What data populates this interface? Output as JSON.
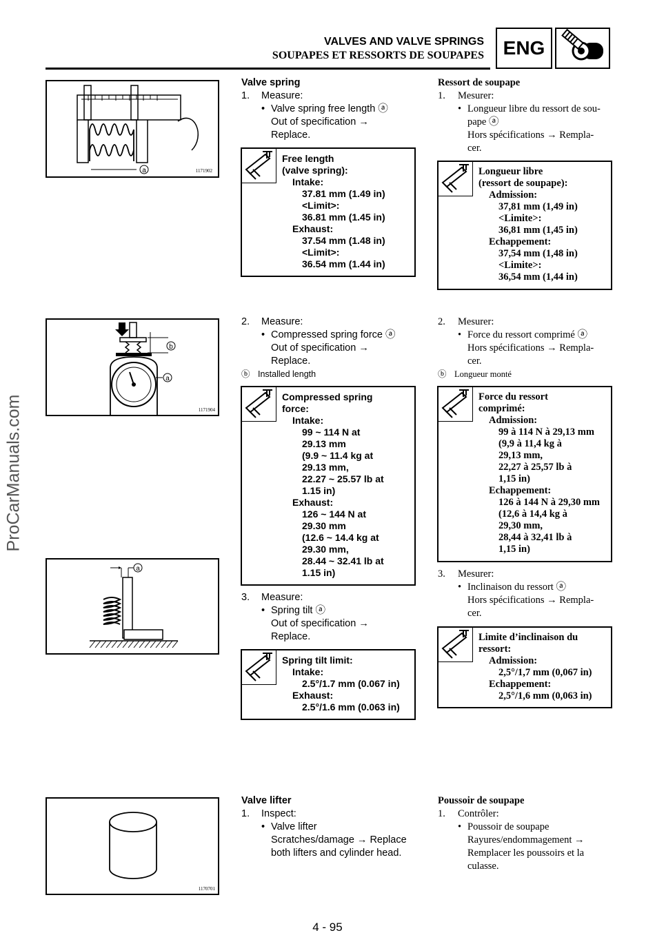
{
  "header": {
    "title": "VALVES AND VALVE SPRINGS",
    "subtitle": "SOUPAPES ET RESSORTS DE SOUPAPES",
    "tag": "ENG"
  },
  "side_watermark": "ProCarManuals.com",
  "figures": {
    "fig1_code": "1171902",
    "fig2_code": "1171904",
    "fig4_code": "1170701",
    "label_a": "a",
    "label_b": "b"
  },
  "spring_en": {
    "heading": "Valve spring",
    "step1_num": "1.",
    "step1": "Measure:",
    "bullet": "•",
    "item1": "Valve spring free length ⓐ",
    "oos_line": "Out of specification →",
    "replace": "Replace.",
    "spec": {
      "l1": "Free length",
      "l2": "(valve spring):",
      "l3": "Intake:",
      "l4": "37.81 mm (1.49 in)",
      "l5": "<Limit>:",
      "l6": "36.81 mm (1.45 in)",
      "l7": "Exhaust:",
      "l8": "37.54 mm (1.48 in)",
      "l9": "<Limit>:",
      "l10": "36.54 mm (1.44 in)"
    }
  },
  "spring_fr": {
    "heading": "Ressort de soupape",
    "step1_num": "1.",
    "step1": "Mesurer:",
    "bullet": "•",
    "item1a": "Longueur libre du ressort de sou-",
    "item1b": "pape ⓐ",
    "oos_a": "Hors spécifications → Rempla-",
    "oos_b": "cer.",
    "spec": {
      "l1": "Longueur libre",
      "l2": "(ressort de soupape):",
      "l3": "Admission:",
      "l4": "37,81 mm (1,49 in)",
      "l5": "<Limite>:",
      "l6": "36,81 mm (1,45 in)",
      "l7": "Echappement:",
      "l8": "37,54 mm (1,48 in)",
      "l9": "<Limite>:",
      "l10": "36,54 mm (1,44 in)"
    }
  },
  "compress_en": {
    "step_num": "2.",
    "step": "Measure:",
    "item": "Compressed spring force ⓐ",
    "oos_line": "Out of specification →",
    "replace": "Replace.",
    "note_mark": "ⓑ",
    "note": "Installed length",
    "spec": {
      "l1": "Compressed spring",
      "l2": "force:",
      "l3": "Intake:",
      "l4": "99 ~ 114 N at",
      "l5": "29.13 mm",
      "l6": "(9.9 ~ 11.4 kg at",
      "l7": "29.13 mm,",
      "l8": "22.27 ~ 25.57 lb at",
      "l9": "1.15 in)",
      "l10": "Exhaust:",
      "l11": "126 ~ 144 N at",
      "l12": "29.30 mm",
      "l13": "(12.6 ~ 14.4 kg at",
      "l14": "29.30 mm,",
      "l15": "28.44 ~ 32.41 lb at",
      "l16": "1.15 in)"
    }
  },
  "compress_fr": {
    "step_num": "2.",
    "step": "Mesurer:",
    "item": "Force du ressort comprimé ⓐ",
    "oos_a": "Hors spécifications → Rempla-",
    "oos_b": "cer.",
    "note_mark": "ⓑ",
    "note": "Longueur monté",
    "spec": {
      "l1": "Force du ressort",
      "l2": "comprimé:",
      "l3": "Admission:",
      "l4": "99 à 114 N à 29,13 mm",
      "l5": "(9,9 à 11,4 kg à",
      "l6": "29,13 mm,",
      "l7": "22,27 à 25,57 lb à",
      "l8": "1,15 in)",
      "l9": "Echappement:",
      "l10": "126 à 144 N à 29,30 mm",
      "l11": "(12,6 à 14,4 kg à",
      "l12": "29,30 mm,",
      "l13": "28,44 à 32,41 lb à",
      "l14": "1,15 in)"
    }
  },
  "tilt_en": {
    "step_num": "3.",
    "step": "Measure:",
    "item": "Spring tilt ⓐ",
    "oos_line": "Out of specification →",
    "replace": "Replace.",
    "spec": {
      "l1": "Spring tilt limit:",
      "l2": "Intake:",
      "l3": "2.5°/1.7 mm (0.067 in)",
      "l4": "Exhaust:",
      "l5": "2.5°/1.6 mm (0.063 in)"
    }
  },
  "tilt_fr": {
    "step_num": "3.",
    "step": "Mesurer:",
    "item": "Inclinaison du ressort ⓐ",
    "oos_a": "Hors spécifications → Rempla-",
    "oos_b": "cer.",
    "spec": {
      "l1": "Limite d’inclinaison du",
      "l2": "ressort:",
      "l3": "Admission:",
      "l4": "2,5°/1,7 mm (0,067 in)",
      "l5": "Echappement:",
      "l6": "2,5°/1,6 mm (0,063 in)"
    }
  },
  "lifter_en": {
    "heading": "Valve lifter",
    "step_num": "1.",
    "step": "Inspect:",
    "item": "Valve lifter",
    "line2": "Scratches/damage → Replace",
    "line3": "both lifters and cylinder head."
  },
  "lifter_fr": {
    "heading": "Poussoir de soupape",
    "step_num": "1.",
    "step": "Contrôler:",
    "item": "Poussoir de soupape",
    "line2": "Rayures/endommagement →",
    "line3": "Remplacer les poussoirs et la",
    "line4": "culasse."
  },
  "page_number": "4 - 95"
}
